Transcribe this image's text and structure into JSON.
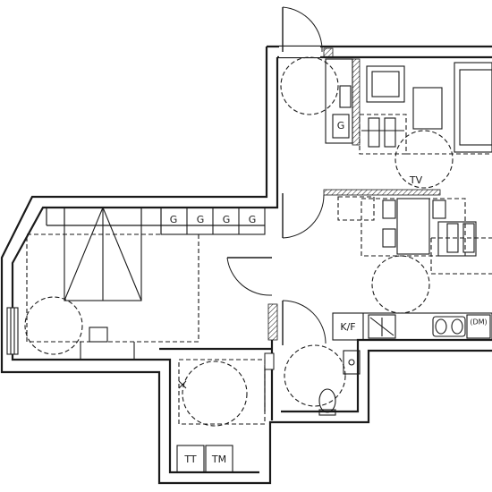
{
  "labels": {
    "freezer_g": "G",
    "wardrobe_1": "G",
    "wardrobe_2": "G",
    "wardrobe_3": "G",
    "wardrobe_4": "G",
    "tv": "TV",
    "fridge_freezer": "K/F",
    "dishwasher": "(DM)",
    "dryer": "TT",
    "washer": "TM"
  }
}
